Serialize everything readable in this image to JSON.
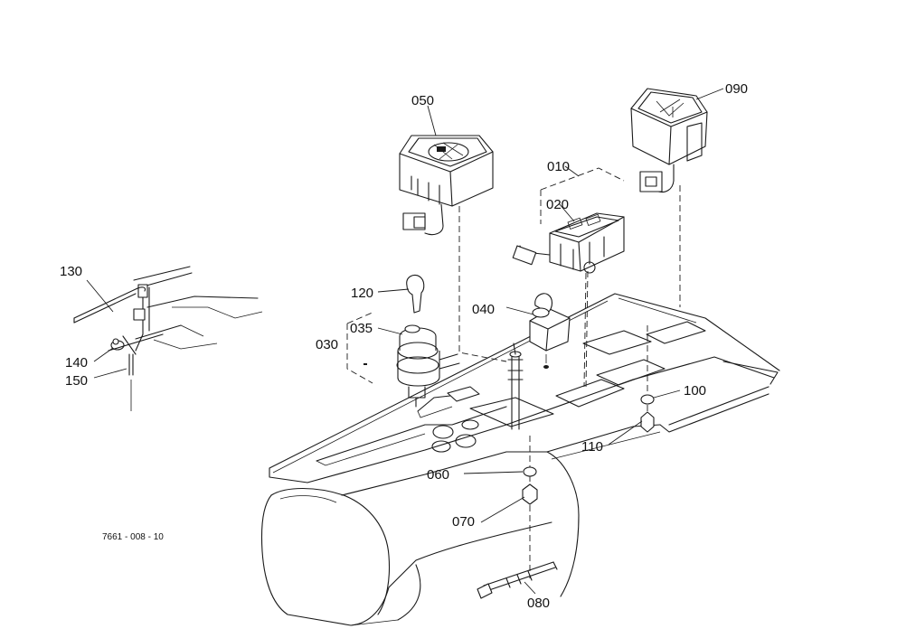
{
  "drawing_code": "7661 - 008 - 10",
  "parts": [
    {
      "id": "p050",
      "label": "050"
    },
    {
      "id": "p090",
      "label": "090"
    },
    {
      "id": "p010",
      "label": "010"
    },
    {
      "id": "p020",
      "label": "020"
    },
    {
      "id": "p120",
      "label": "120"
    },
    {
      "id": "p040",
      "label": "040"
    },
    {
      "id": "p035",
      "label": "035"
    },
    {
      "id": "p030",
      "label": "030"
    },
    {
      "id": "p130",
      "label": "130"
    },
    {
      "id": "p140",
      "label": "140"
    },
    {
      "id": "p150",
      "label": "150"
    },
    {
      "id": "p100",
      "label": "100"
    },
    {
      "id": "p110",
      "label": "110"
    },
    {
      "id": "p060",
      "label": "060"
    },
    {
      "id": "p070",
      "label": "070"
    },
    {
      "id": "p080",
      "label": "080"
    }
  ]
}
